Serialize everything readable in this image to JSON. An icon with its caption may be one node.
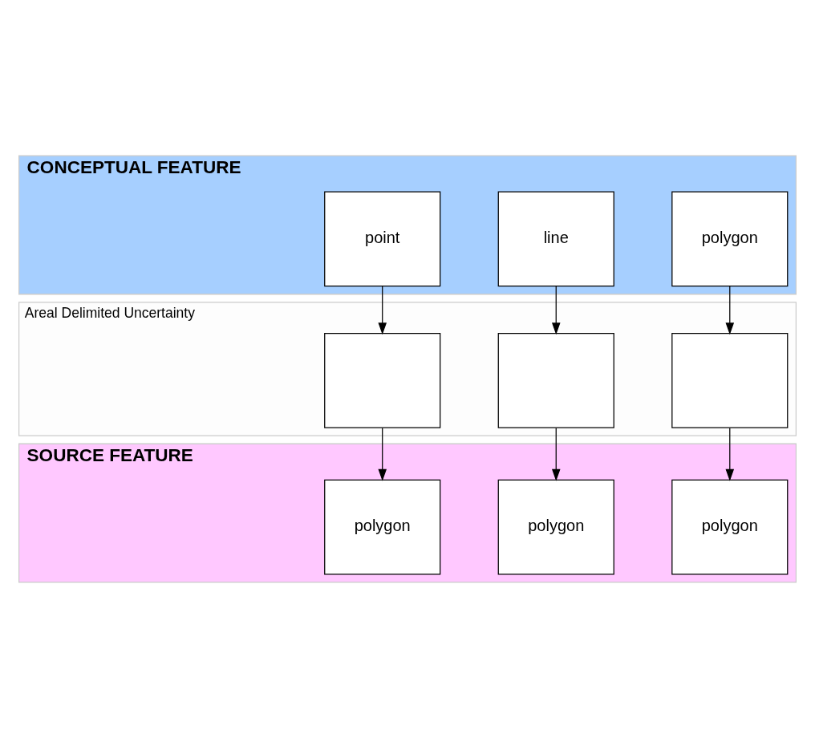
{
  "diagram": {
    "nodes": [
      {
        "text": [
          "CONCEPTUAL FEATURE"
        ]
      },
      {
        "text": [
          "point"
        ],
        "in": 0
      },
      {
        "text": [
          "line"
        ],
        "in": 0
      },
      {
        "text": [
          "polygon"
        ],
        "in": 0
      },
      {
        "text": [
          "Areal Delimited Uncertainty"
        ]
      },
      {
        "text": [],
        "shape": "box",
        "in": 4
      },
      {
        "text": [],
        "shape": "box",
        "in": 4
      },
      {
        "text": [],
        "shape": "box",
        "in": 4
      },
      {
        "text": [
          "SOURCE FEATURE"
        ]
      },
      {
        "text": [
          "polygon"
        ],
        "in": 8
      },
      {
        "text": [
          "polygon"
        ],
        "in": 8
      },
      {
        "text": [
          "polygon"
        ],
        "in": 8
      }
    ],
    "edges": [
      {
        "from": 1,
        "to": 5,
        "arrow": "to"
      },
      {
        "from": 2,
        "to": 6,
        "arrow": "to"
      },
      {
        "from": 3,
        "to": 7,
        "arrow": "to"
      },
      {
        "from": 5,
        "to": 9,
        "arrow": "to"
      },
      {
        "from": 6,
        "to": 10,
        "arrow": "to"
      },
      {
        "from": 7,
        "to": 11,
        "arrow": "to"
      }
    ]
  }
}
